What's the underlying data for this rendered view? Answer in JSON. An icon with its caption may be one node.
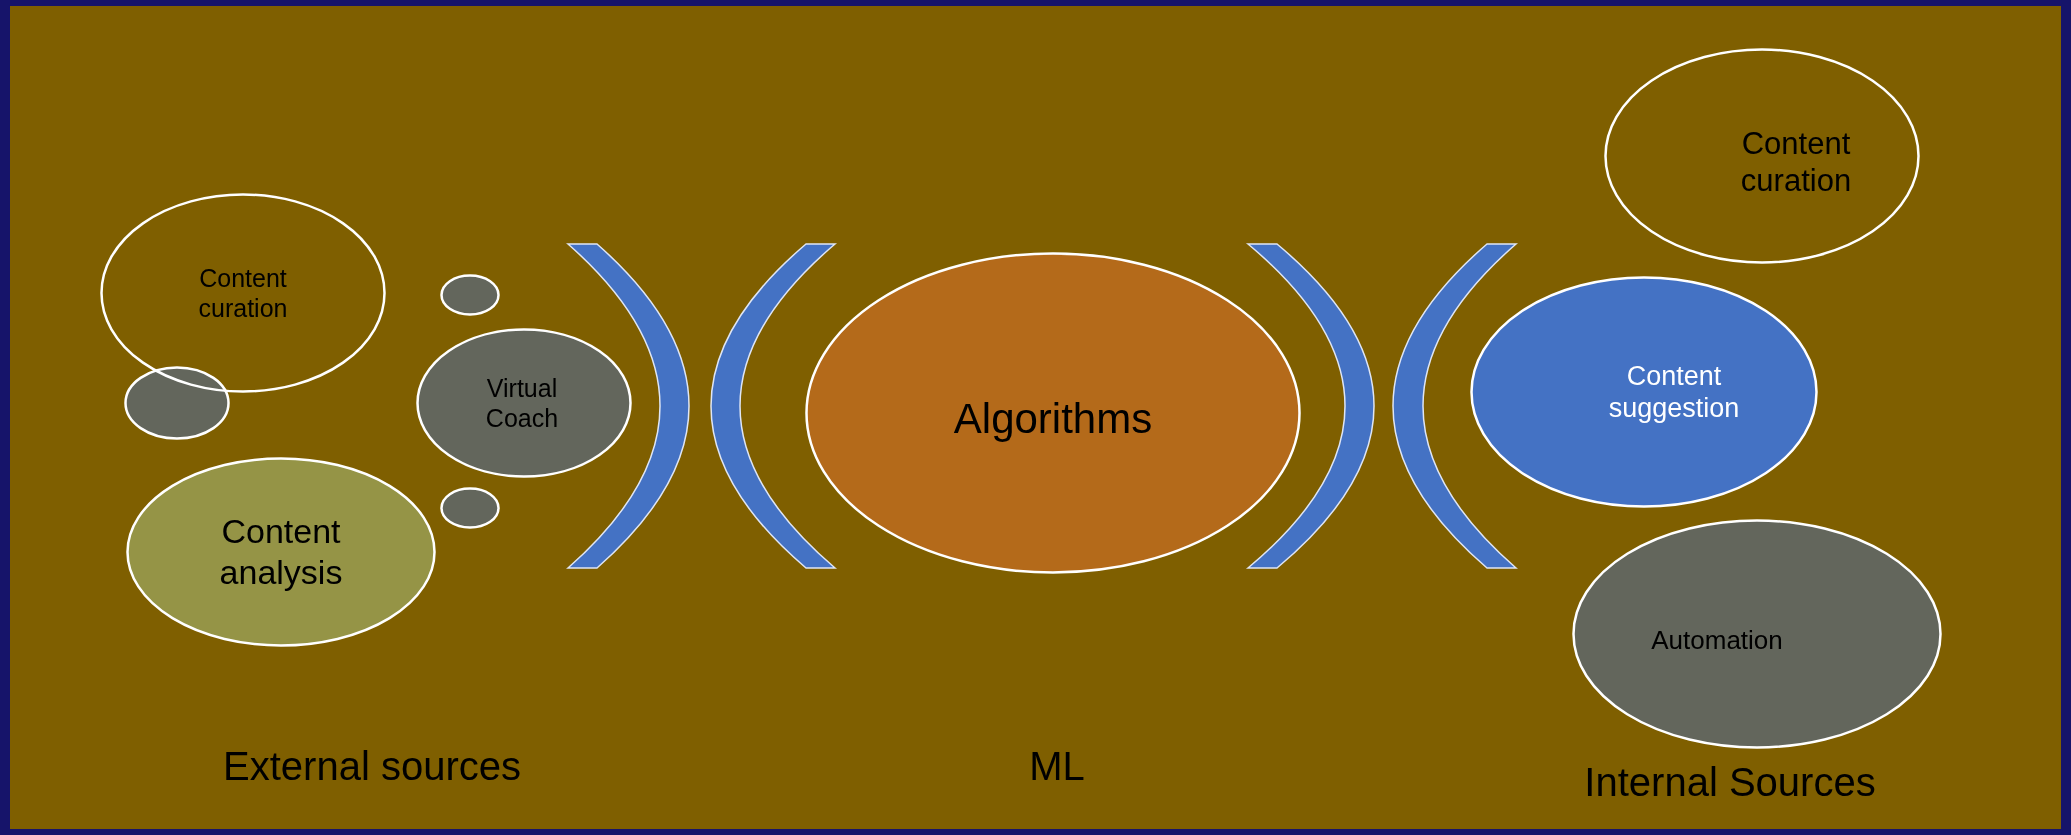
{
  "diagram": {
    "nodes": [
      {
        "text": [
          "Content curation"
        ]
      },
      {
        "text": [],
        "shape": "circle"
      },
      {
        "text": [],
        "shape": "circle"
      },
      {
        "text": [
          "Virtual Coach"
        ]
      },
      {
        "text": [],
        "shape": "circle"
      },
      {
        "text": [
          "Content analysis"
        ]
      },
      {
        "text": [],
        "shape": "arc"
      },
      {
        "text": [],
        "shape": "arc"
      },
      {
        "text": [
          "Algorithms"
        ]
      },
      {
        "text": [],
        "shape": "arc"
      },
      {
        "text": [],
        "shape": "arc"
      },
      {
        "text": [
          "Content curation"
        ]
      },
      {
        "text": [
          "Content suggestion"
        ]
      },
      {
        "text": [
          "Automation"
        ]
      }
    ],
    "labels": [
      "External sources",
      "ML",
      "Internal Sources"
    ]
  }
}
